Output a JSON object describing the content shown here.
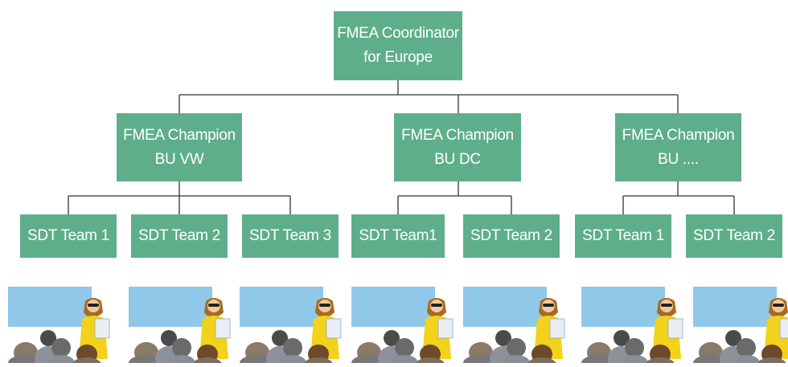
{
  "root": {
    "lines": [
      "FMEA Coordinator",
      "for Europe"
    ]
  },
  "champions": [
    {
      "lines": [
        "FMEA Champion",
        "BU VW"
      ],
      "teams": [
        "SDT Team 1",
        "SDT Team 2",
        "SDT Team 3"
      ]
    },
    {
      "lines": [
        "FMEA Champion",
        "BU DC"
      ],
      "teams": [
        "SDT Team1",
        "SDT Team 2"
      ]
    },
    {
      "lines": [
        "FMEA Champion",
        "BU ...."
      ],
      "teams": [
        "SDT Team 1",
        "SDT Team 2"
      ]
    }
  ],
  "colors": {
    "box_fill": "#5eae8b",
    "box_text": "#ffffff",
    "connector": "#333333",
    "board": "#8fc8e8",
    "presenter_shirt": "#f2d21a",
    "presenter_hair": "#a86a1e",
    "audience_hair": "#4a4a4a"
  },
  "icons": [
    "presentation-scene-icon"
  ]
}
